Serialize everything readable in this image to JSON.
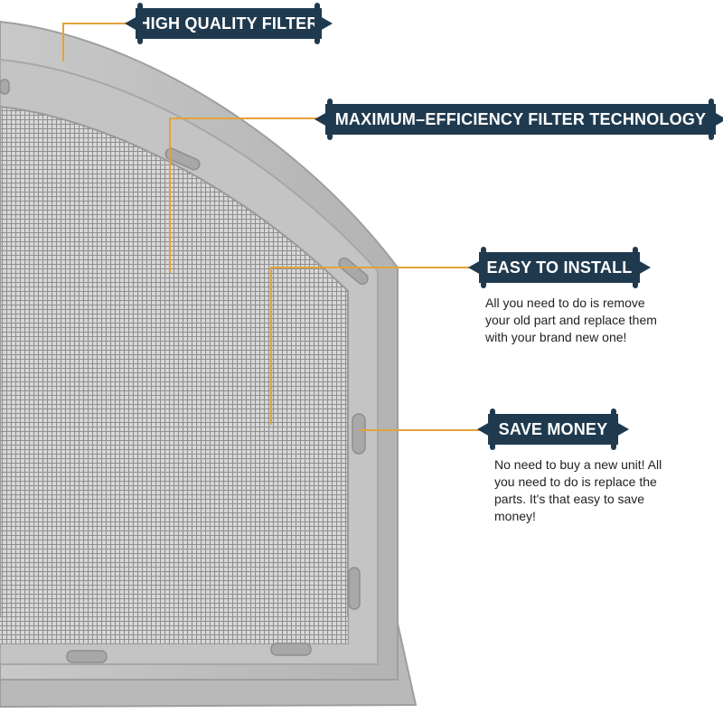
{
  "callouts": {
    "high_quality": {
      "title": "HIGH QUALITY FILTER"
    },
    "max_efficiency": {
      "title": "MAXIMUM–EFFICIENCY FILTER TECHNOLOGY"
    },
    "easy_install": {
      "title": "EASY TO INSTALL",
      "lines": [
        "All you need to do is remove",
        "your old part and replace them",
        "with your brand new one!"
      ]
    },
    "save_money": {
      "title": "SAVE MONEY",
      "lines": [
        "No need to buy a new unit! All",
        "you need to do is replace the",
        "parts. It's that easy to save",
        "money!"
      ]
    }
  },
  "colors": {
    "banner": "#1f3a4f",
    "leader_line": "#e3a23a",
    "frame": "#b8b8b8",
    "mesh": "#9a9a9a"
  },
  "icons": {
    "product": "dryer-lint-filter-screen"
  }
}
